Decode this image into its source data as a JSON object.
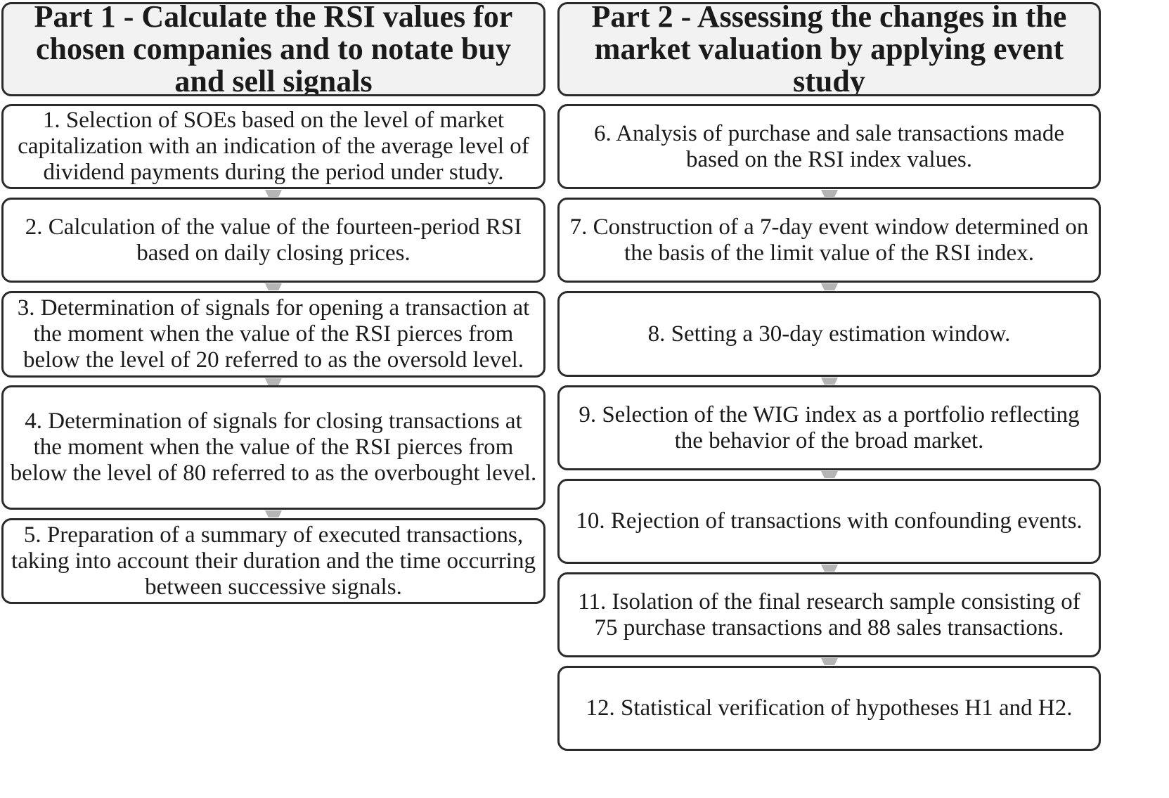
{
  "part1": {
    "header": "Part 1 - Calculate the RSI values for chosen companies and to notate buy and sell signals",
    "steps": [
      "1. Selection of SOEs based on the level of market capitalization with an indication of the average level of dividend payments during the period under study.",
      "2. Calculation of the value of the fourteen-period RSI based on daily closing prices.",
      "3. Determination of signals for opening a transaction at the moment when the value of the RSI pierces from below the level of 20 referred to as the oversold level.",
      "4. Determination of signals for closing transactions at the moment when the value of the RSI pierces from below the level of 80 referred to as the overbought level.",
      "5. Preparation of a summary of executed transactions, taking into account their duration and the time occurring between successive signals."
    ]
  },
  "part2": {
    "header_pre": "Part 2 - Assessing the changes in the market valuation by applying event study",
    "steps": [
      "6. Analysis of purchase and sale transactions made based on the RSI index values.",
      "7. Construction of a 7-day event window determined on the basis of the limit value of the RSI index.",
      "8. Setting a 30-day estimation window.",
      "9. Selection of the WIG index as a portfolio reflecting the behavior of the broad market.",
      "10. Rejection of transactions with confounding events.",
      "11. Isolation of the final research sample consisting of 75 purchase transactions and 88 sales transactions.",
      "12. Statistical verification of hypotheses H1 and H2."
    ]
  }
}
